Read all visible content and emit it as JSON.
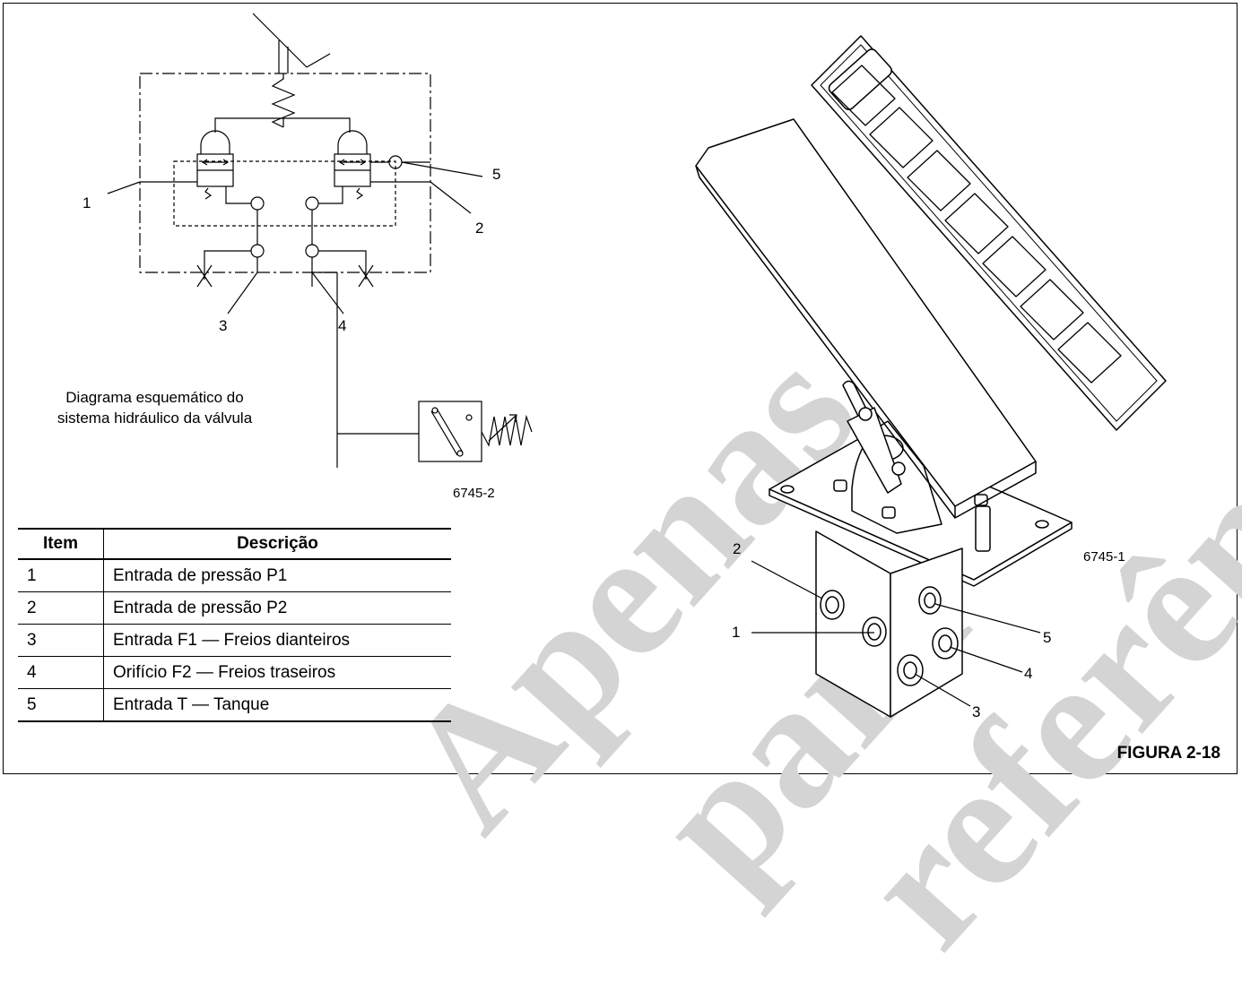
{
  "figure_label": "FIGURA 2-18",
  "schematic": {
    "caption_line1": "Diagrama esquemático do",
    "caption_line2": "sistema hidráulico da válvula",
    "part_number": "6745-2",
    "callouts": [
      "1",
      "2",
      "3",
      "4",
      "5"
    ]
  },
  "illustration": {
    "part_number": "6745-1",
    "callouts": [
      "1",
      "2",
      "3",
      "4",
      "5"
    ]
  },
  "table": {
    "header_item": "Item",
    "header_desc": "Descrição",
    "rows": [
      {
        "item": "1",
        "desc": "Entrada de pressão P1"
      },
      {
        "item": "2",
        "desc": "Entrada de pressão P2"
      },
      {
        "item": "3",
        "desc": "Entrada F1 — Freios dianteiros"
      },
      {
        "item": "4",
        "desc": "Orifício F2 — Freios traseiros"
      },
      {
        "item": "5",
        "desc": "Entrada T — Tanque"
      }
    ]
  },
  "watermark": {
    "word1": "Apenas",
    "word2": "para",
    "word3": "referência",
    "color": "#d4d4d4"
  }
}
